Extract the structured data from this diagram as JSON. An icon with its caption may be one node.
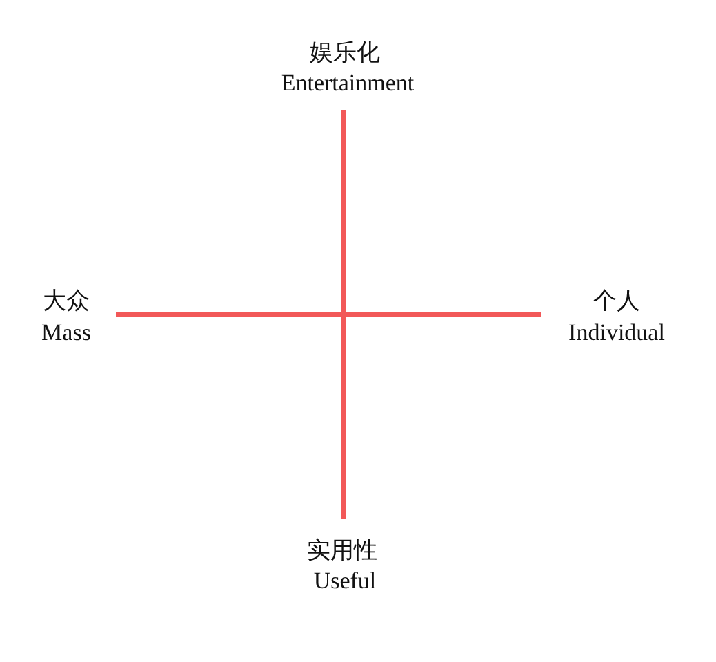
{
  "diagram": {
    "labels": [
      "娱乐化",
      "Entertainment",
      "大众",
      "Mass",
      "个人",
      "Individual",
      "实用性",
      "Useful"
    ]
  }
}
